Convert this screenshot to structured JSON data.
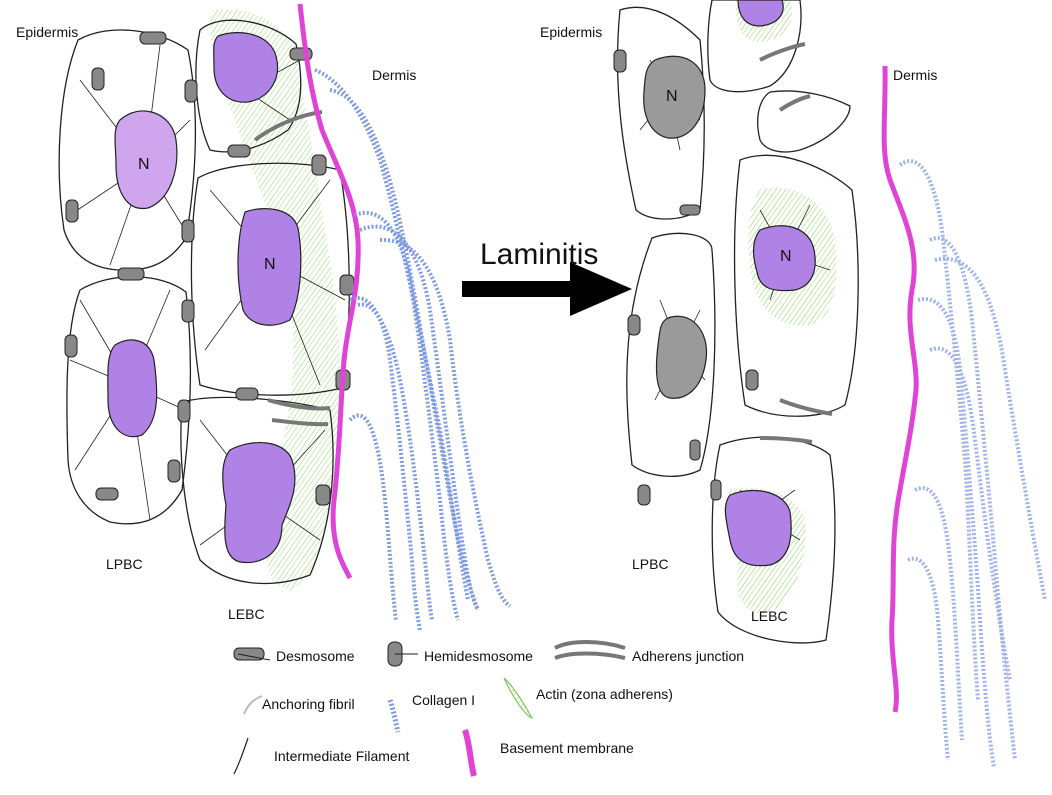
{
  "left_panel": {
    "epidermis": "Epidermis",
    "dermis": "Dermis",
    "lpbc": "LPBC",
    "lebc": "LEBC",
    "nucleus_1": "N",
    "nucleus_2": "N"
  },
  "arrow": {
    "label": "Laminitis"
  },
  "right_panel": {
    "epidermis": "Epidermis",
    "dermis": "Dermis",
    "lpbc": "LPBC",
    "lebc": "LEBC",
    "nucleus_1": "N",
    "nucleus_2": "N"
  },
  "legend": {
    "desmosome": "Desmosome",
    "hemidesmosome": "Hemidesmosome",
    "adherens_junction": "Adherens junction",
    "anchoring_fibril": "Anchoring fibril",
    "collagen": "Collagen I",
    "actin": "Actin (zona adherens)",
    "intermediate_filament": "Intermediate Filament",
    "basement_membrane": "Basement membrane"
  },
  "colors": {
    "nucleus_healthy": "#b082e6",
    "nucleus_lpbc": "#cfa6ee",
    "nucleus_damaged": "#9a9a9a",
    "actin": "#8fd46a",
    "basement_membrane": "#e044d6",
    "collagen": "#7f9be0",
    "junction": "#7a7a7a"
  }
}
